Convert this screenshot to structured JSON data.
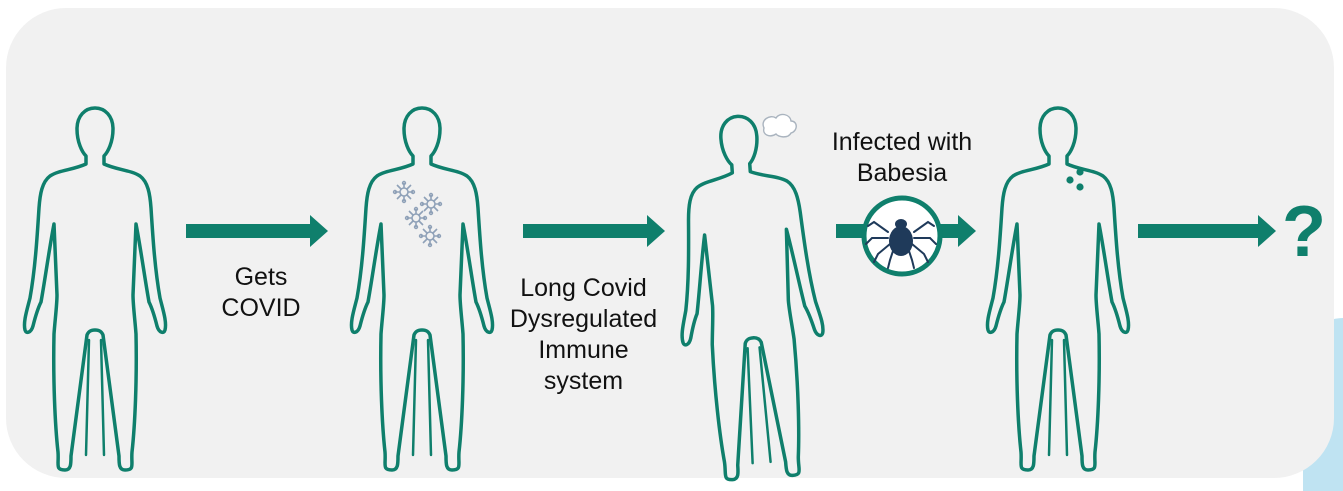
{
  "colors": {
    "accent": "#0f7f6c",
    "panel_background": "#f1f1f1",
    "text": "#111111",
    "corner_accent": "#bfe3f2",
    "tick": "#1f3a5a",
    "virus": "#8fa1b8"
  },
  "steps": [
    {
      "figure_icon": "human-body-outline-icon"
    },
    {
      "figure_icon": "human-body-with-virus-icon"
    },
    {
      "figure_icon": "human-body-with-brain-fog-icon"
    },
    {
      "figure_icon": "human-body-with-parasite-dots-icon"
    }
  ],
  "transitions": [
    {
      "label_lines": [
        "Gets",
        "COVID"
      ]
    },
    {
      "label_lines": [
        "Long Covid",
        "Dysregulated",
        "Immune",
        "system"
      ]
    },
    {
      "label_lines": [
        "Infected with",
        "Babesia"
      ],
      "icon": "tick-icon"
    },
    {
      "outcome": "?"
    }
  ]
}
